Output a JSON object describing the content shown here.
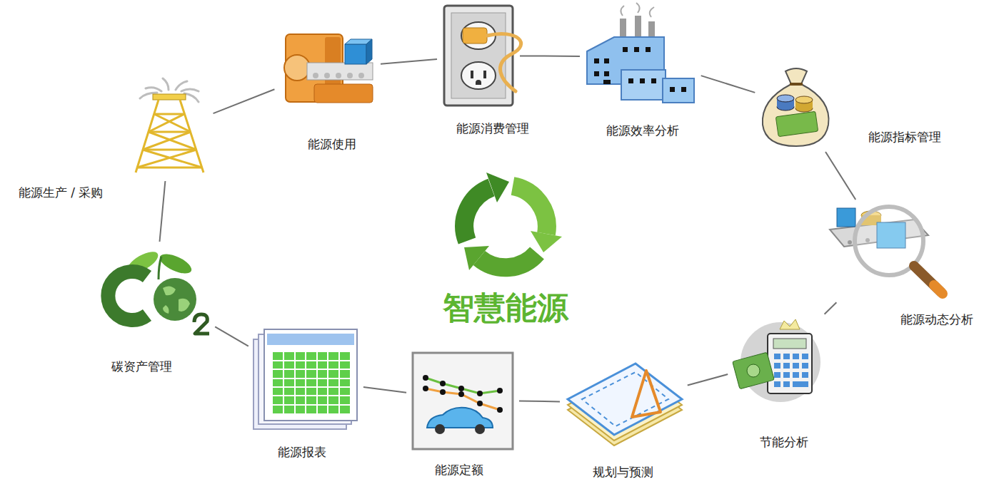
{
  "diagram": {
    "title": "智慧能源",
    "nodes": [
      {
        "text": [
          "能源生产 / 采购"
        ]
      },
      {
        "text": [
          "能源使用"
        ]
      },
      {
        "text": [
          "能源消费管理"
        ]
      },
      {
        "text": [
          "能源效率分析"
        ]
      },
      {
        "text": [
          "能源指标管理"
        ]
      },
      {
        "text": [
          "能源动态分析"
        ]
      },
      {
        "text": [
          "节能分析"
        ]
      },
      {
        "text": [
          "规划与预测"
        ]
      },
      {
        "text": [
          "能源定额"
        ]
      },
      {
        "text": [
          "能源报表"
        ]
      },
      {
        "text": [
          "碳资产管理"
        ]
      }
    ],
    "edges": [
      {
        "from": 0,
        "to": 1,
        "arrow": "none"
      },
      {
        "from": 1,
        "to": 2,
        "arrow": "none"
      },
      {
        "from": 2,
        "to": 3,
        "arrow": "none"
      },
      {
        "from": 3,
        "to": 4,
        "arrow": "none"
      },
      {
        "from": 4,
        "to": 5,
        "arrow": "none"
      },
      {
        "from": 5,
        "to": 6,
        "arrow": "none"
      },
      {
        "from": 6,
        "to": 7,
        "arrow": "none"
      },
      {
        "from": 7,
        "to": 8,
        "arrow": "none"
      },
      {
        "from": 8,
        "to": 9,
        "arrow": "none"
      },
      {
        "from": 9,
        "to": 10,
        "arrow": "none"
      },
      {
        "from": 10,
        "to": 0,
        "arrow": "none"
      }
    ]
  }
}
